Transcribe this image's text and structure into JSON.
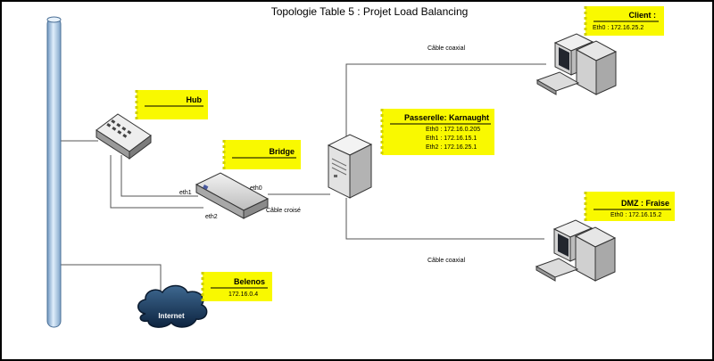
{
  "title": "Topologie Table 5 : Projet Load Balancing",
  "colors": {
    "note": "#f9f900",
    "line": "#555555",
    "backbone": "#b9d4ec",
    "cloud": "#1e3e62"
  },
  "labels": {
    "coax_top": "Câble coaxial",
    "coax_bottom": "Câble coaxial",
    "crossover": "Câble croisé",
    "bridge_eth0": "eth0",
    "bridge_eth1": "eth1",
    "bridge_eth2": "eth2",
    "cloud": "Internet"
  },
  "nodes": {
    "hub": {
      "title": "Hub",
      "icon": "hub-icon"
    },
    "bridge": {
      "title": "Bridge",
      "icon": "bridge-icon"
    },
    "gateway": {
      "title": "Passerelle: Karnaught",
      "icon": "server-icon",
      "lines": [
        "Eth0 : 172.16.0.205",
        "Eth1 : 172.16.15.1",
        "Eth2 : 172.16.25.1"
      ]
    },
    "client": {
      "title": "Client :",
      "icon": "workstation-icon",
      "lines": [
        "Eth0 : 172.16.25.2"
      ]
    },
    "dmz": {
      "title": "DMZ : Fraise",
      "icon": "workstation-icon",
      "lines": [
        "Eth0 : 172.16.15.2"
      ]
    },
    "belenos": {
      "title": "Belenos",
      "icon": "cloud-icon",
      "lines": [
        "172.16.0.4"
      ]
    }
  }
}
